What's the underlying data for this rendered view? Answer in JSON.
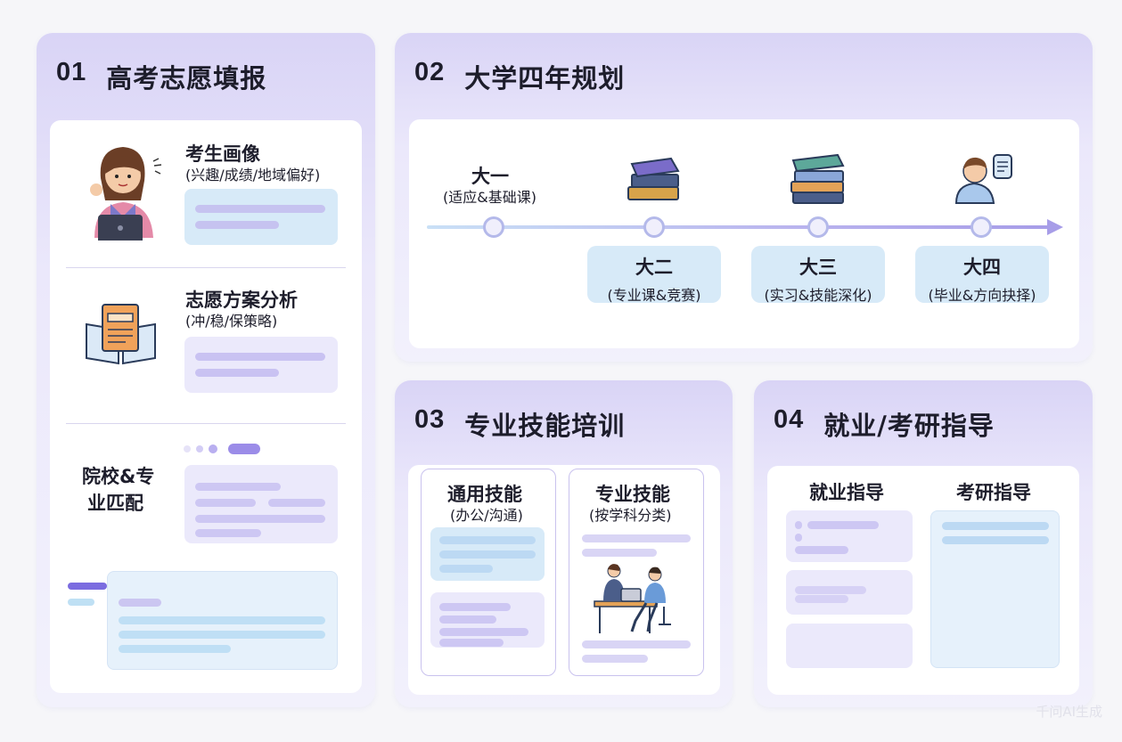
{
  "sections": {
    "s1": {
      "num": "01",
      "title": "高考志愿填报"
    },
    "s2": {
      "num": "02",
      "title": "大学四年规划"
    },
    "s3": {
      "num": "03",
      "title": "专业技能培训"
    },
    "s4": {
      "num": "04",
      "title": "就业/考研指导"
    }
  },
  "s1_items": {
    "profile": {
      "title": "考生画像",
      "sub": "(兴趣/成绩/地域偏好)"
    },
    "plan": {
      "title": "志愿方案分析",
      "sub": "(冲/稳/保策略)"
    },
    "match": {
      "line1": "院校&专",
      "line2": "业匹配"
    }
  },
  "timeline": {
    "y1": {
      "title": "大一",
      "sub": "(适应&基础课)"
    },
    "y2": {
      "title": "大二",
      "sub": "(专业课&竞赛)"
    },
    "y3": {
      "title": "大三",
      "sub": "(实习&技能深化)"
    },
    "y4": {
      "title": "大四",
      "sub": "(毕业&方向抉择)"
    }
  },
  "skills": {
    "general": {
      "title": "通用技能",
      "sub": "(办公/沟通)"
    },
    "pro": {
      "title": "专业技能",
      "sub": "(按学科分类)"
    }
  },
  "career": {
    "job": "就业指导",
    "grad": "考研指导"
  },
  "watermark": "千问AI生成",
  "colors": {
    "panel_top": "#d9d4f6",
    "blue_card": "#d7eaf8",
    "purple_bar": "#c9c2f2",
    "arrow": "#a79de8"
  },
  "icons": [
    "student-laptop-icon",
    "open-book-icon",
    "books-stack-icon",
    "tall-books-icon",
    "advisor-chat-icon",
    "teamwork-desk-icon"
  ]
}
